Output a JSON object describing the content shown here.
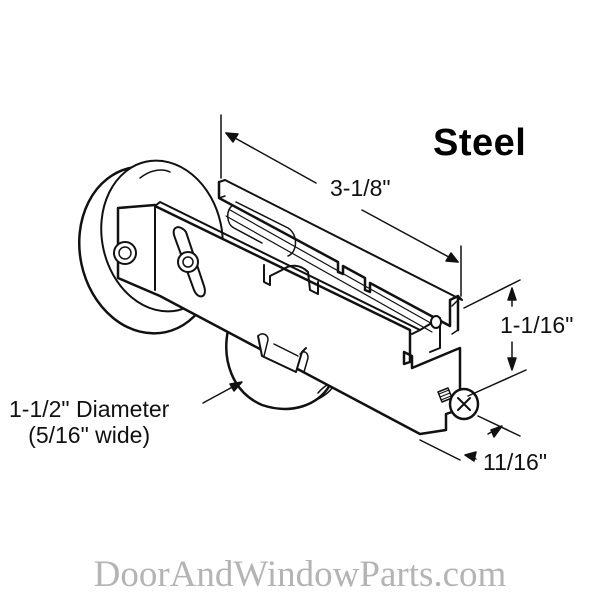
{
  "product": {
    "material": "Steel"
  },
  "dimensions": {
    "length": "3-1/8\"",
    "height": "1-1/16\"",
    "screw_offset": "11/16\"",
    "wheel_diameter": "1-1/2\" Diameter",
    "wheel_width": "(5/16\" wide)"
  },
  "watermark": "DoorAndWindowParts.com",
  "colors": {
    "line": "#111111",
    "watermark": "#b4b4b4",
    "background": "#ffffff"
  }
}
